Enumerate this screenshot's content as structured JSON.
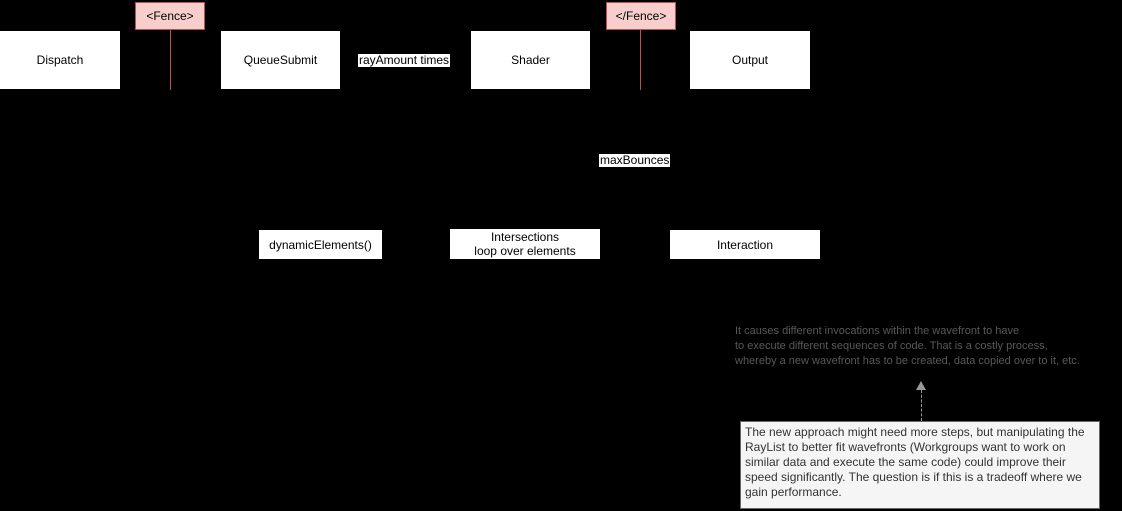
{
  "diagram": {
    "background_color": "#000000",
    "node_fill_color": "#ffffff",
    "fence_fill_color": "#f8cecc",
    "fence_stroke_color": "#b85450",
    "comment_text_color": "#595959",
    "note_fill_color": "#f5f5f5",
    "note_border_color": "#666666",
    "top_row": {
      "dispatch": "Dispatch",
      "queue_submit": "QueueSubmit",
      "shader": "Shader",
      "output": "Output"
    },
    "fences": {
      "open": "<Fence>",
      "close": "</Fence>"
    },
    "labels": {
      "ray_amount": "rayAmount times",
      "max_bounces": "maxBounces"
    },
    "mid_row": {
      "dynamic_elements": "dynamicElements()",
      "intersections_line1": "Intersections",
      "intersections_line2": "loop over elements",
      "interaction": "Interaction"
    },
    "comment": {
      "lines": [
        "It causes different invocations within the wavefront to have",
        "to execute different sequences of code. That is a costly process,",
        "whereby a new wavefront has to be created, data copied over to it, etc."
      ]
    },
    "note": {
      "lines": [
        "The new approach might need more steps, but manipulating the",
        "RayList to better fit wavefronts (Workgroups want to work on",
        "similar data and execute the same code) could improve their",
        "speed significantly. The question is if this is a tradeoff where we",
        "gain performance."
      ]
    }
  }
}
